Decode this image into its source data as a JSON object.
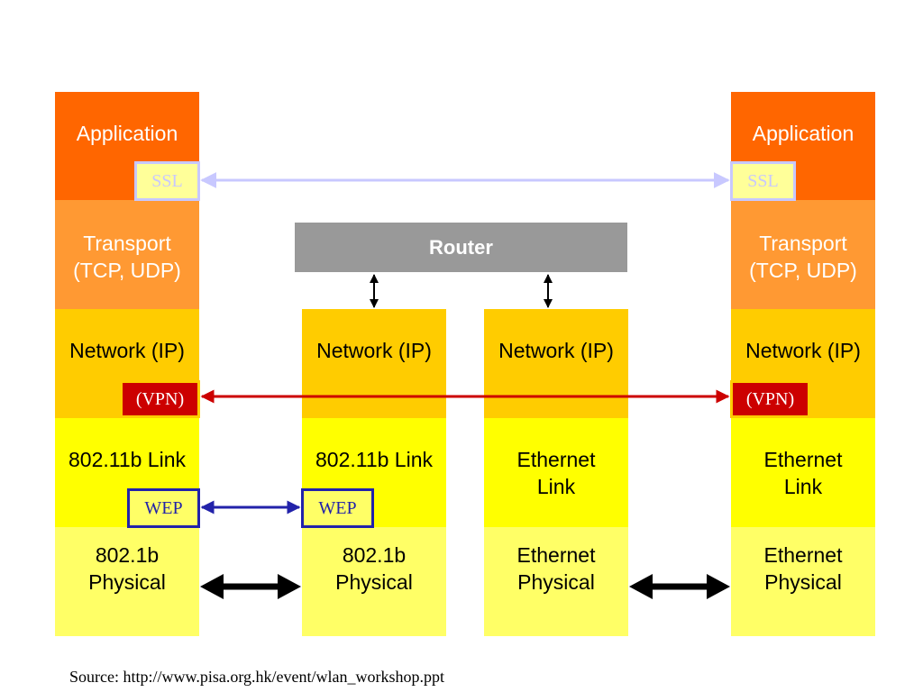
{
  "stacks": {
    "left": {
      "application": "Application",
      "transport": "Transport\n(TCP, UDP)",
      "network": "Network (IP)",
      "link": "802.11b Link",
      "physical": "802.1b\nPhysical"
    },
    "middle_left": {
      "network": "Network (IP)",
      "link": "802.11b Link",
      "physical": "802.1b\nPhysical"
    },
    "middle_right": {
      "network": "Network (IP)",
      "link": "Ethernet\n Link",
      "physical": "Ethernet\nPhysical"
    },
    "right": {
      "application": "Application",
      "transport": "Transport\n(TCP, UDP)",
      "network": "Network (IP)",
      "link": "Ethernet\nLink",
      "physical": "Ethernet\nPhysical"
    }
  },
  "router": "Router",
  "tags": {
    "ssl": "SSL",
    "vpn": "(VPN)",
    "wep": "WEP"
  },
  "colors": {
    "application": "#ff6600",
    "transport": "#ff9933",
    "network": "#ffcc00",
    "link": "#ffff00",
    "physical": "#ffff66",
    "router": "#999999",
    "ssl_arrow": "#c8c8ff",
    "vpn_arrow": "#cc0000",
    "wep_arrow": "#2222aa",
    "physical_arrow": "#000000"
  },
  "source": "Source: http://www.pisa.org.hk/event/wlan_workshop.ppt"
}
